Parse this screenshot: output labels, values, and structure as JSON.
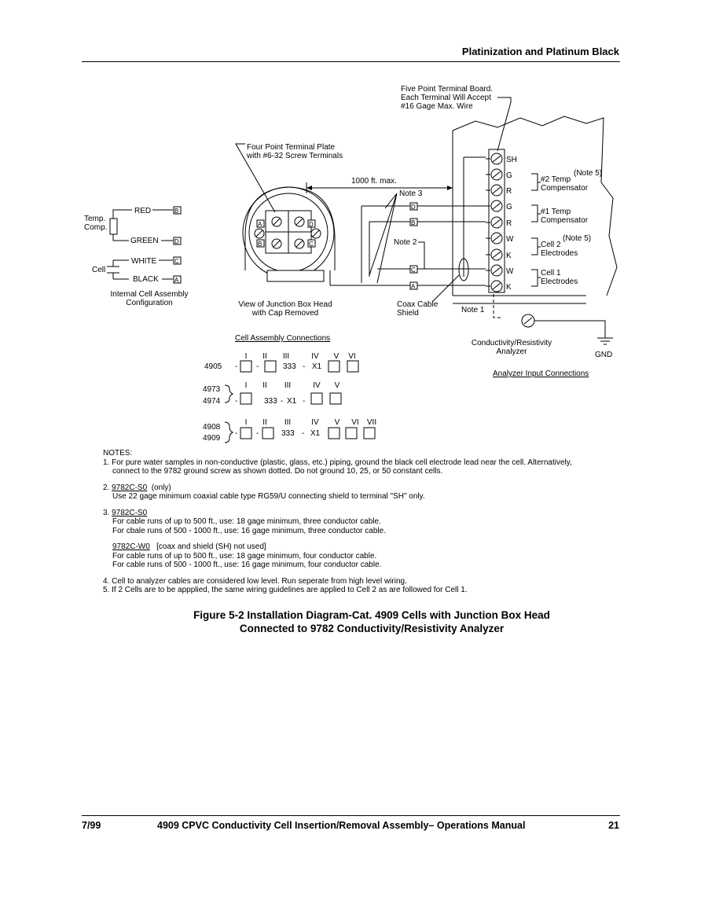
{
  "header": {
    "section_title": "Platinization and Platinum Black"
  },
  "diagram": {
    "terminal_board_label": [
      "Five Point Terminal Board.",
      "Each Terminal Will Accept",
      "#16 Gage Max. Wire"
    ],
    "terminal_plate_label": [
      "Four Point Terminal Plate",
      "with #6-32 Screw Terminals"
    ],
    "distance": "1000 ft. max.",
    "note3": "Note 3",
    "note2": "Note 2",
    "note1": "Note 1",
    "temp_comp": [
      "Temp.",
      "Comp."
    ],
    "cell": "Cell",
    "wires": {
      "red": "RED",
      "green": "GREEN",
      "white": "WHITE",
      "black": "BLACK"
    },
    "letters": {
      "b": "B",
      "d": "D",
      "c": "C",
      "a": "A"
    },
    "internal_config": [
      "Internal Cell Assembly",
      "Configuration"
    ],
    "junction_view": [
      "View of Junction Box Head",
      "with Cap Removed"
    ],
    "coax": [
      "Coax Cable",
      "Shield"
    ],
    "terminals": [
      "SH",
      "G",
      "R",
      "G",
      "R",
      "W",
      "K",
      "W",
      "K"
    ],
    "temp2": [
      "#2 Temp",
      "Compensator"
    ],
    "temp1": [
      "#1 Temp",
      "Compensator"
    ],
    "cell2": [
      "Cell 2",
      "Electrodes"
    ],
    "cell1": [
      "Cell 1",
      "Electrodes"
    ],
    "note5": "(Note 5)",
    "analyzer": [
      "Conductivity/Resistivity",
      "Analyzer"
    ],
    "gnd": "GND",
    "analyzer_input": "Analyzer Input Connections",
    "cell_assembly": "Cell Assembly Connections",
    "roman6": [
      "I",
      "II",
      "III",
      "IV",
      "V",
      "VI"
    ],
    "roman5": [
      "I",
      "II",
      "III",
      "IV",
      "V"
    ],
    "roman7": [
      "I",
      "II",
      "III",
      "IV",
      "V",
      "VI",
      "VII"
    ],
    "m4905": "4905",
    "m4973": "4973",
    "m4974": "4974",
    "m4908": "4908",
    "m4909": "4909",
    "dash": "-",
    "code333": "333",
    "x1": "X1"
  },
  "notes": {
    "heading": "NOTES:",
    "n1a": "1. For pure water samples in non-conductive (plastic, glass, etc.) piping, ground the black cell electrode lead near the cell. Alternatively,",
    "n1b": "connect to the 9782 ground screw as shown dotted. Do not ground 10, 25, or 50 constant cells.",
    "n2num": "2. ",
    "n2model": "9782C-S0",
    "n2only": "  (only)",
    "n2text": "Use 22 gage minimum coaxial cable type RG59/U connecting shield to terminal \"SH\" only.",
    "n3num": "3. ",
    "n3model": "9782C-S0",
    "n3a": "For cable runs of up to 500 ft., use: 18 gage minimum, three conductor cable.",
    "n3b": "For cbale runs of 500 - 1000 ft., use: 16 gage minimum, three conductor cable.",
    "n3model2": "9782C-W0",
    "n3model2b": "   [coax and shield (SH) not used]",
    "n3c": "For cable runs of up to 500 ft., use: 18 gage minimum, four conductor cable.",
    "n3d": "For cable runs of 500 - 1000 ft., use: 16 gage minimum, four conductor cable.",
    "n4": "4. Cell to analyzer cables are considered low level. Run seperate from high level wiring.",
    "n5": "5. If 2 Cells are to be appplied, the same wiring guidelines are applied to Cell 2 as are followed for Cell 1."
  },
  "caption": {
    "line1": "Figure 5-2 Installation Diagram-Cat. 4909 Cells with Junction Box Head",
    "line2": "Connected to 9782 Conductivity/Resistivity Analyzer"
  },
  "footer": {
    "date": "7/99",
    "title": "4909 CPVC Conductivity Cell Insertion/Removal Assembly– Operations Manual",
    "page": "21"
  }
}
